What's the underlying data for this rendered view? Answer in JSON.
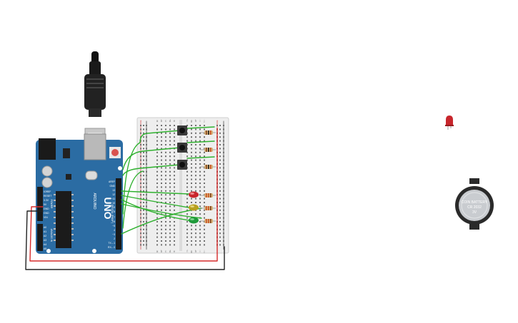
{
  "colors": {
    "background": "#ffffff",
    "arduino_board": "#2b6ca3",
    "arduino_board_dark": "#1f5584",
    "breadboard": "#eeeeee",
    "wire_green": "#2fb12f",
    "wire_red": "#d62b2b",
    "wire_black": "#222222",
    "led_red": "#c8262c",
    "led_yellow": "#b8a01e",
    "led_green": "#1f9a3a",
    "resistor_body": "#d7b27a",
    "battery_body": "#c9ccd0"
  },
  "arduino": {
    "logo": "UNO",
    "brand": "ARDUINO",
    "header_digital": "DIGITAL (PWM~)",
    "header_analog": "ANALOG IN",
    "header_power": "POWER",
    "pin_labels_power": [
      "IOREF",
      "RESET",
      "3.3V",
      "5V",
      "GND",
      "GND",
      "VIN"
    ],
    "pin_labels_analog": [
      "A0",
      "A1",
      "A2",
      "A3",
      "A4",
      "A5"
    ],
    "pin_labels_digital": [
      "AREF",
      "GND",
      "13",
      "12",
      "~11",
      "~10",
      "~9",
      "8",
      "7",
      "~6",
      "~5",
      "4",
      "~3",
      "2",
      "TX→1",
      "RX←0"
    ]
  },
  "breadboard": {
    "column_letters_left": [
      "a",
      "b",
      "c",
      "d",
      "e"
    ],
    "column_letters_right": [
      "f",
      "g",
      "h",
      "i",
      "j"
    ],
    "rail_plus": "+",
    "rail_minus": "-"
  },
  "battery": {
    "label_line1": "COIN BATTERY",
    "label_line2": "CR 2032",
    "label_line3": "3V"
  },
  "icons": [
    "usb-plug-icon",
    "led-icon",
    "push-button-icon",
    "resistor-icon",
    "coin-battery-icon"
  ]
}
